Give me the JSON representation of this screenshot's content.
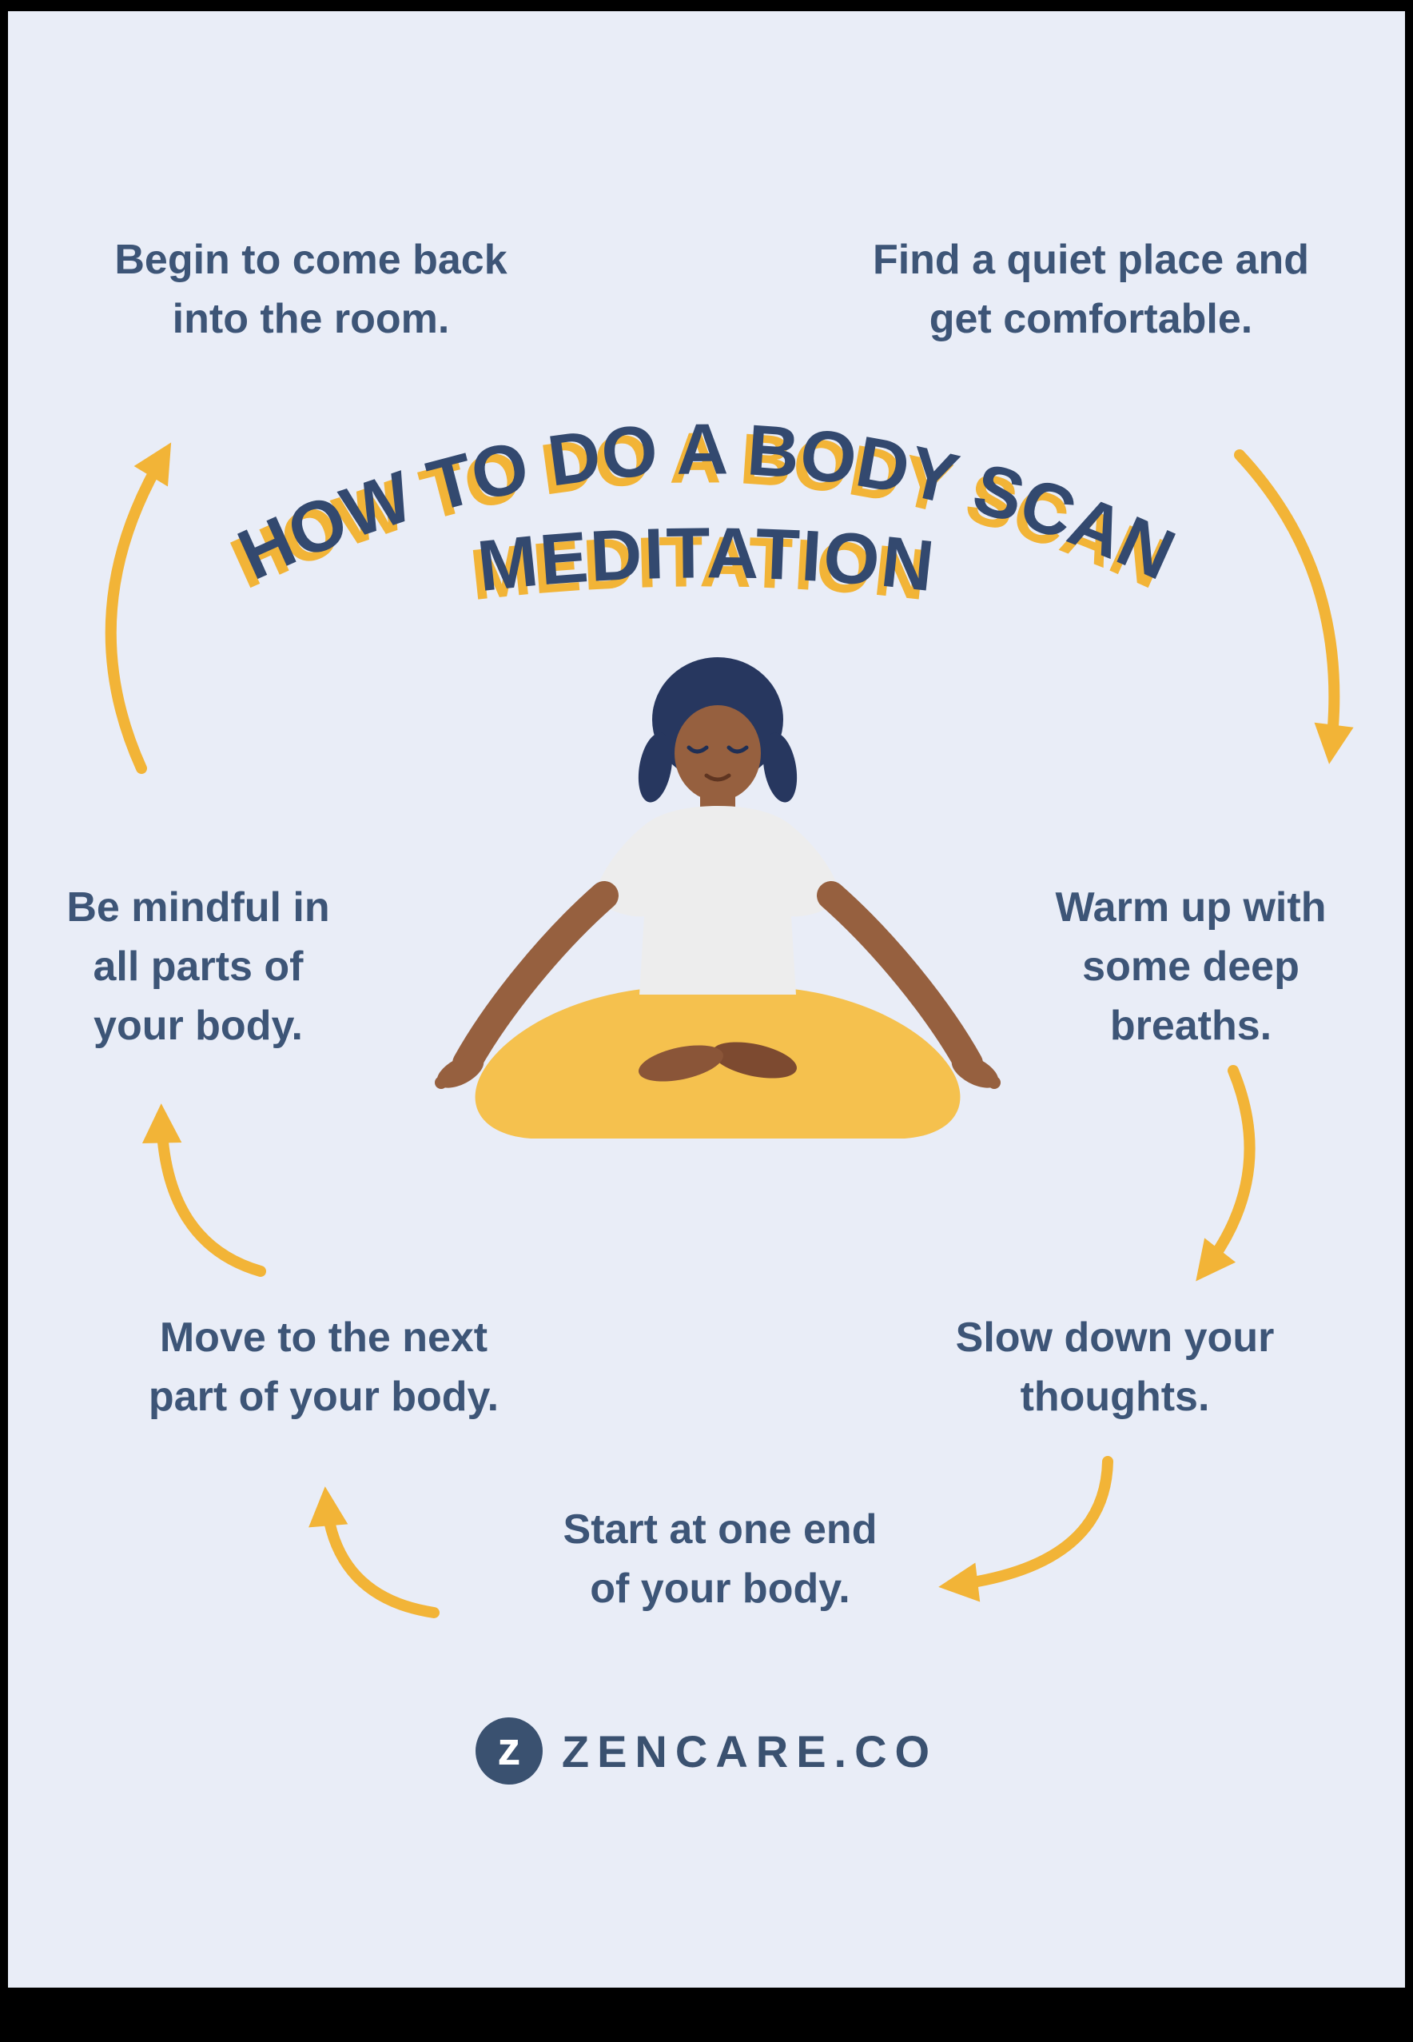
{
  "poster": {
    "title": {
      "line1": "HOW TO DO A BODY SCAN",
      "line2": "MEDITATION"
    },
    "steps": {
      "begin_back": [
        "Begin to come back",
        "into the room."
      ],
      "find_quiet": [
        "Find a quiet place and",
        "get comfortable."
      ],
      "be_mindful": [
        "Be mindful in",
        "all parts of",
        "your body."
      ],
      "warm_up": [
        "Warm up with",
        "some deep",
        "breaths."
      ],
      "move_next": [
        "Move to the next",
        "part of your body."
      ],
      "slow_down": [
        "Slow down your",
        "thoughts."
      ],
      "start_end": [
        "Start at one end",
        "of your body."
      ]
    },
    "brand": {
      "logo_letter": "z",
      "name": "ZENCARE.CO"
    },
    "colors": {
      "background": "#E9EDF7",
      "text_navy": "#3D5577",
      "title_navy": "#33496F",
      "accent_yellow": "#F2B437"
    }
  }
}
